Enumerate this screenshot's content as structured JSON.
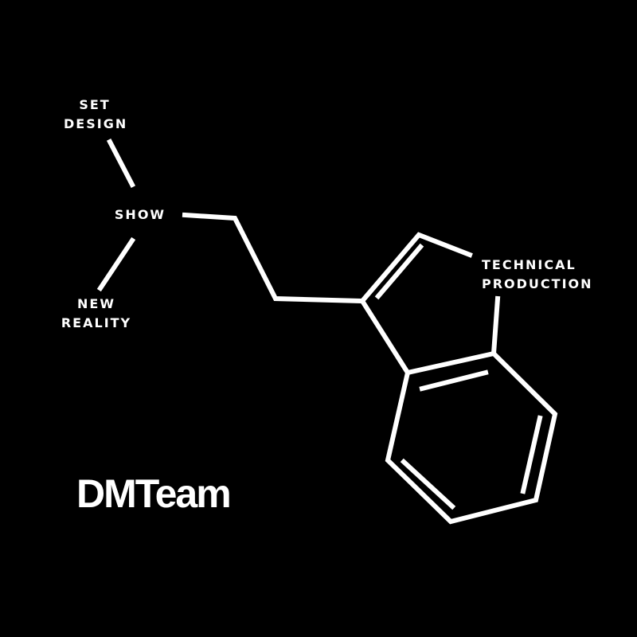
{
  "labels": {
    "set_design": [
      "SET",
      "DESIGN"
    ],
    "show": "SHOW",
    "new_reality": [
      "NEW",
      "REALITY"
    ],
    "technical_production": [
      "TECHNICAL",
      "PRODUCTION"
    ]
  },
  "logo": "DMTeam",
  "colors": {
    "background": "#000000",
    "foreground": "#ffffff"
  }
}
